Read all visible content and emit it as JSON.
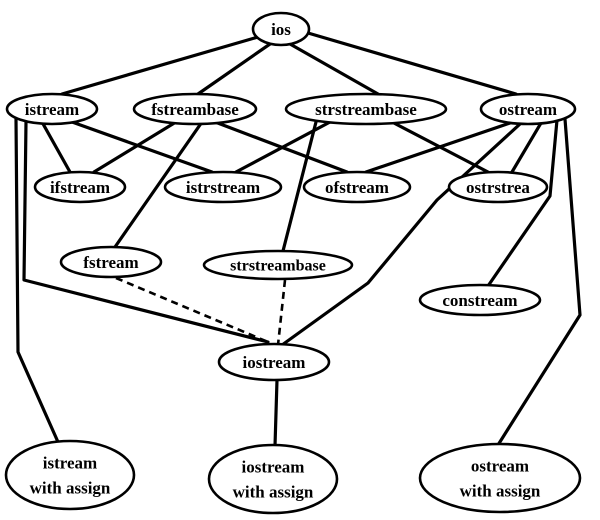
{
  "diagram": {
    "nodes": [
      {
        "id": "ios",
        "lines": [
          "ios"
        ]
      },
      {
        "id": "istream",
        "lines": [
          "istream"
        ]
      },
      {
        "id": "fstreambase",
        "lines": [
          "fstreambase"
        ]
      },
      {
        "id": "strstreambase-top",
        "lines": [
          "strstreambase"
        ]
      },
      {
        "id": "ostream",
        "lines": [
          "ostream"
        ]
      },
      {
        "id": "ifstream",
        "lines": [
          "ifstream"
        ]
      },
      {
        "id": "istrstream",
        "lines": [
          "istrstream"
        ]
      },
      {
        "id": "ofstream",
        "lines": [
          "ofstream"
        ]
      },
      {
        "id": "ostrstrea",
        "lines": [
          "ostrstrea"
        ]
      },
      {
        "id": "fstream",
        "lines": [
          "fstream"
        ]
      },
      {
        "id": "strstreambase-mid",
        "lines": [
          "strstreambase"
        ]
      },
      {
        "id": "constream",
        "lines": [
          "constream"
        ]
      },
      {
        "id": "iostream",
        "lines": [
          "iostream"
        ]
      },
      {
        "id": "istream-with-assign",
        "lines": [
          "istream",
          "with assign"
        ]
      },
      {
        "id": "iostream-with-assign",
        "lines": [
          "iostream",
          "with assign"
        ]
      },
      {
        "id": "ostream-with-assign",
        "lines": [
          "ostream",
          "with assign"
        ]
      }
    ],
    "edges": [
      {
        "from": "ios",
        "to": "istream",
        "style": "solid"
      },
      {
        "from": "ios",
        "to": "fstreambase",
        "style": "solid"
      },
      {
        "from": "ios",
        "to": "strstreambase-top",
        "style": "solid"
      },
      {
        "from": "ios",
        "to": "ostream",
        "style": "solid"
      },
      {
        "from": "istream",
        "to": "ifstream",
        "style": "solid"
      },
      {
        "from": "istream",
        "to": "istrstream",
        "style": "solid"
      },
      {
        "from": "fstreambase",
        "to": "ifstream",
        "style": "solid"
      },
      {
        "from": "fstreambase",
        "to": "ofstream",
        "style": "solid"
      },
      {
        "from": "fstreambase",
        "to": "fstream",
        "style": "solid"
      },
      {
        "from": "strstreambase-top",
        "to": "istrstream",
        "style": "solid"
      },
      {
        "from": "strstreambase-top",
        "to": "ostrstrea",
        "style": "solid"
      },
      {
        "from": "strstreambase-top",
        "to": "strstreambase-mid",
        "style": "solid"
      },
      {
        "from": "ostream",
        "to": "ofstream",
        "style": "solid"
      },
      {
        "from": "ostream",
        "to": "ostrstrea",
        "style": "solid"
      },
      {
        "from": "ostream",
        "to": "constream",
        "style": "solid"
      },
      {
        "from": "ostream",
        "to": "iostream",
        "style": "solid"
      },
      {
        "from": "istream",
        "to": "iostream",
        "style": "solid"
      },
      {
        "from": "fstream",
        "to": "iostream",
        "style": "dashed"
      },
      {
        "from": "strstreambase-mid",
        "to": "iostream",
        "style": "dashed"
      },
      {
        "from": "istream",
        "to": "istream-with-assign",
        "style": "solid"
      },
      {
        "from": "iostream",
        "to": "iostream-with-assign",
        "style": "solid"
      },
      {
        "from": "ostream",
        "to": "ostream-with-assign",
        "style": "solid"
      }
    ]
  }
}
